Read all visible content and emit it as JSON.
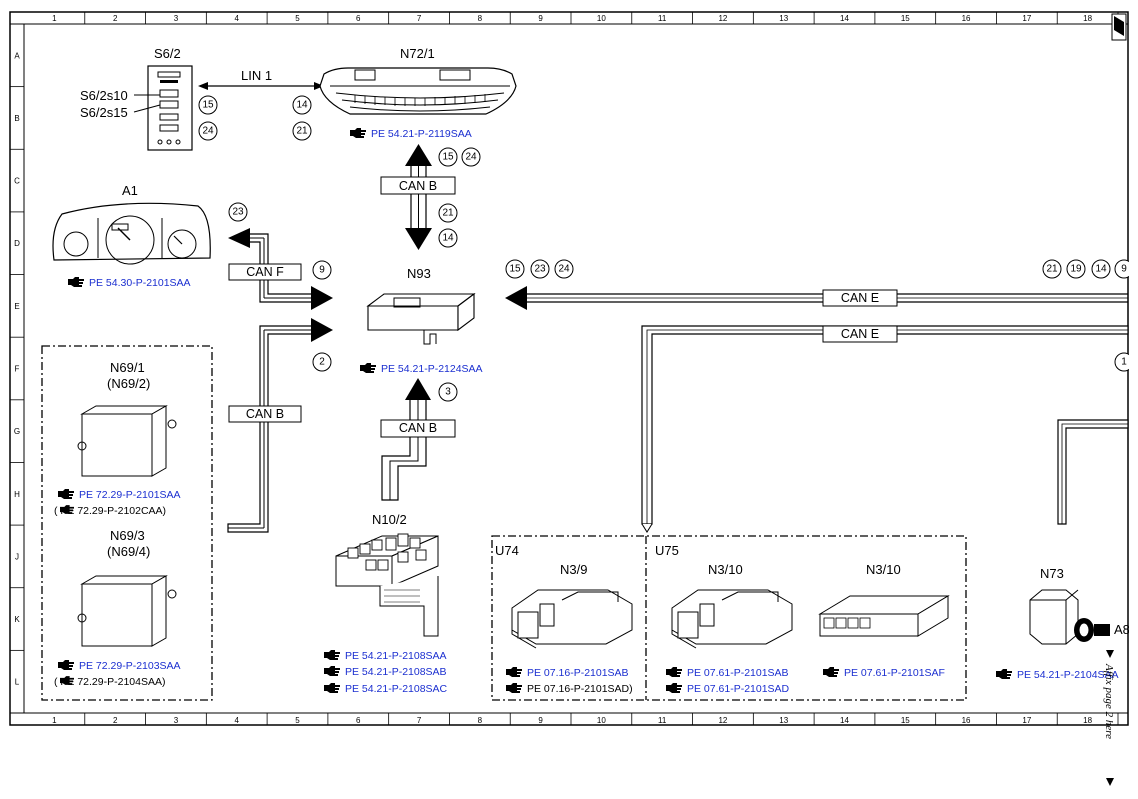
{
  "grid": {
    "cols": [
      "1",
      "2",
      "3",
      "4",
      "5",
      "6",
      "7",
      "8",
      "9",
      "10",
      "11",
      "12",
      "13",
      "14",
      "15",
      "16",
      "17",
      "18"
    ],
    "rows": [
      "A",
      "B",
      "C",
      "D",
      "E",
      "F",
      "G",
      "H",
      "J",
      "K",
      "L"
    ]
  },
  "components": {
    "s62": "S6/2",
    "s62s10": "S6/2s10",
    "s62s15": "S6/2s15",
    "n721": "N72/1",
    "a1": "A1",
    "n93": "N93",
    "n691": "N69/1",
    "n692": "(N69/2)",
    "n693": "N69/3",
    "n694": "(N69/4)",
    "n102": "N10/2",
    "u74": "U74",
    "u75": "U75",
    "n39": "N3/9",
    "n310a": "N3/10",
    "n310b": "N3/10",
    "n73": "N73",
    "a8": "A8"
  },
  "buses": {
    "lin1": "LIN 1",
    "canb_top": "CAN B",
    "canf": "CAN F",
    "canb_left": "CAN B",
    "canb_bottom": "CAN B",
    "cane_top": "CAN E",
    "cane_bottom": "CAN E"
  },
  "circles": {
    "c15a": "15",
    "c24a": "24",
    "c14a": "14",
    "c21a": "21",
    "c15b": "15",
    "c24b": "24",
    "c21b": "21",
    "c14b": "14",
    "c23a": "23",
    "c9": "9",
    "c2": "2",
    "c3": "3",
    "c15c": "15",
    "c23c": "23",
    "c24c": "24",
    "c21d": "21",
    "c19": "19",
    "c14d": "14",
    "c9d": "9",
    "c1": "1"
  },
  "refs": {
    "r_n721": "PE 54.21-P-2119SAA",
    "r_a1": "PE 54.30-P-2101SAA",
    "r_n93": "PE 54.21-P-2124SAA",
    "r_n691a": "PE 72.29-P-2101SAA",
    "r_n691b": "(     PE 72.29-P-2102CAA)",
    "r_n693a": "PE 72.29-P-2103SAA",
    "r_n693b": "(     PE 72.29-P-2104SAA)",
    "r_n102a": "PE 54.21-P-2108SAA",
    "r_n102b": "PE 54.21-P-2108SAB",
    "r_n102c": "PE 54.21-P-2108SAC",
    "r_n39a": "PE 07.16-P-2101SAB",
    "r_n39b": "PE 07.16-P-2101SAD)",
    "r_n310a": "PE 07.61-P-2101SAB",
    "r_n310b": "PE 07.61-P-2101SAD",
    "r_n310c": "PE 07.61-P-2101SAF",
    "r_n73": "PE 54.21-P-2104SAA"
  },
  "side_note": "Affix page 2 here",
  "colors": {
    "reference_link": "#1b2fd0",
    "line": "#000000",
    "background": "#ffffff"
  }
}
